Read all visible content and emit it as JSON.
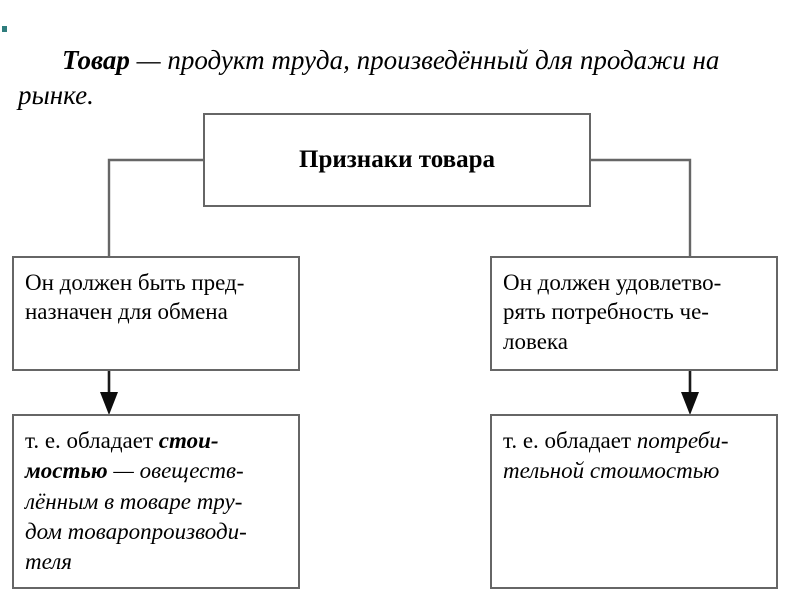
{
  "page": {
    "language": "ru",
    "background_color": "#ffffff",
    "text_color": "#000000",
    "border_color": "#666666",
    "artifact_color": "#2f7d7d"
  },
  "heading": {
    "keyword": "Товар",
    "rest": " — продукт труда, произведённый для продажи на рынке."
  },
  "diagram": {
    "type": "hierarchy-flowchart",
    "root": {
      "id": "priznaki-tovara",
      "label": "Признаки товара"
    },
    "branches": [
      {
        "id": "branch-left",
        "condition": {
          "id": "condition-left",
          "label": "Он должен быть пред-\nназначен для обмена"
        },
        "consequence": {
          "id": "consequence-left",
          "lead": "т. е. обладает ",
          "bold_italic": "стои-\nмостью",
          "italic": " — овеществ-\nлённым в товаре тру-\nдом товаропроизводи-\nтеля"
        }
      },
      {
        "id": "branch-right",
        "condition": {
          "id": "condition-right",
          "label": "Он должен удовлетво-\nрять потребность че-\nловека"
        },
        "consequence": {
          "id": "consequence-right",
          "lead": "т. е. обладает ",
          "bold_italic": "",
          "italic": "потреби-\nтельной стоимостью"
        }
      }
    ],
    "connectors": [
      {
        "id": "root-to-left",
        "style": "elbow",
        "arrowhead": false
      },
      {
        "id": "root-to-right",
        "style": "elbow",
        "arrowhead": false
      },
      {
        "id": "left-condition-to-consequence",
        "style": "vertical",
        "arrowhead": true
      },
      {
        "id": "right-condition-to-consequence",
        "style": "vertical",
        "arrowhead": true
      }
    ]
  }
}
